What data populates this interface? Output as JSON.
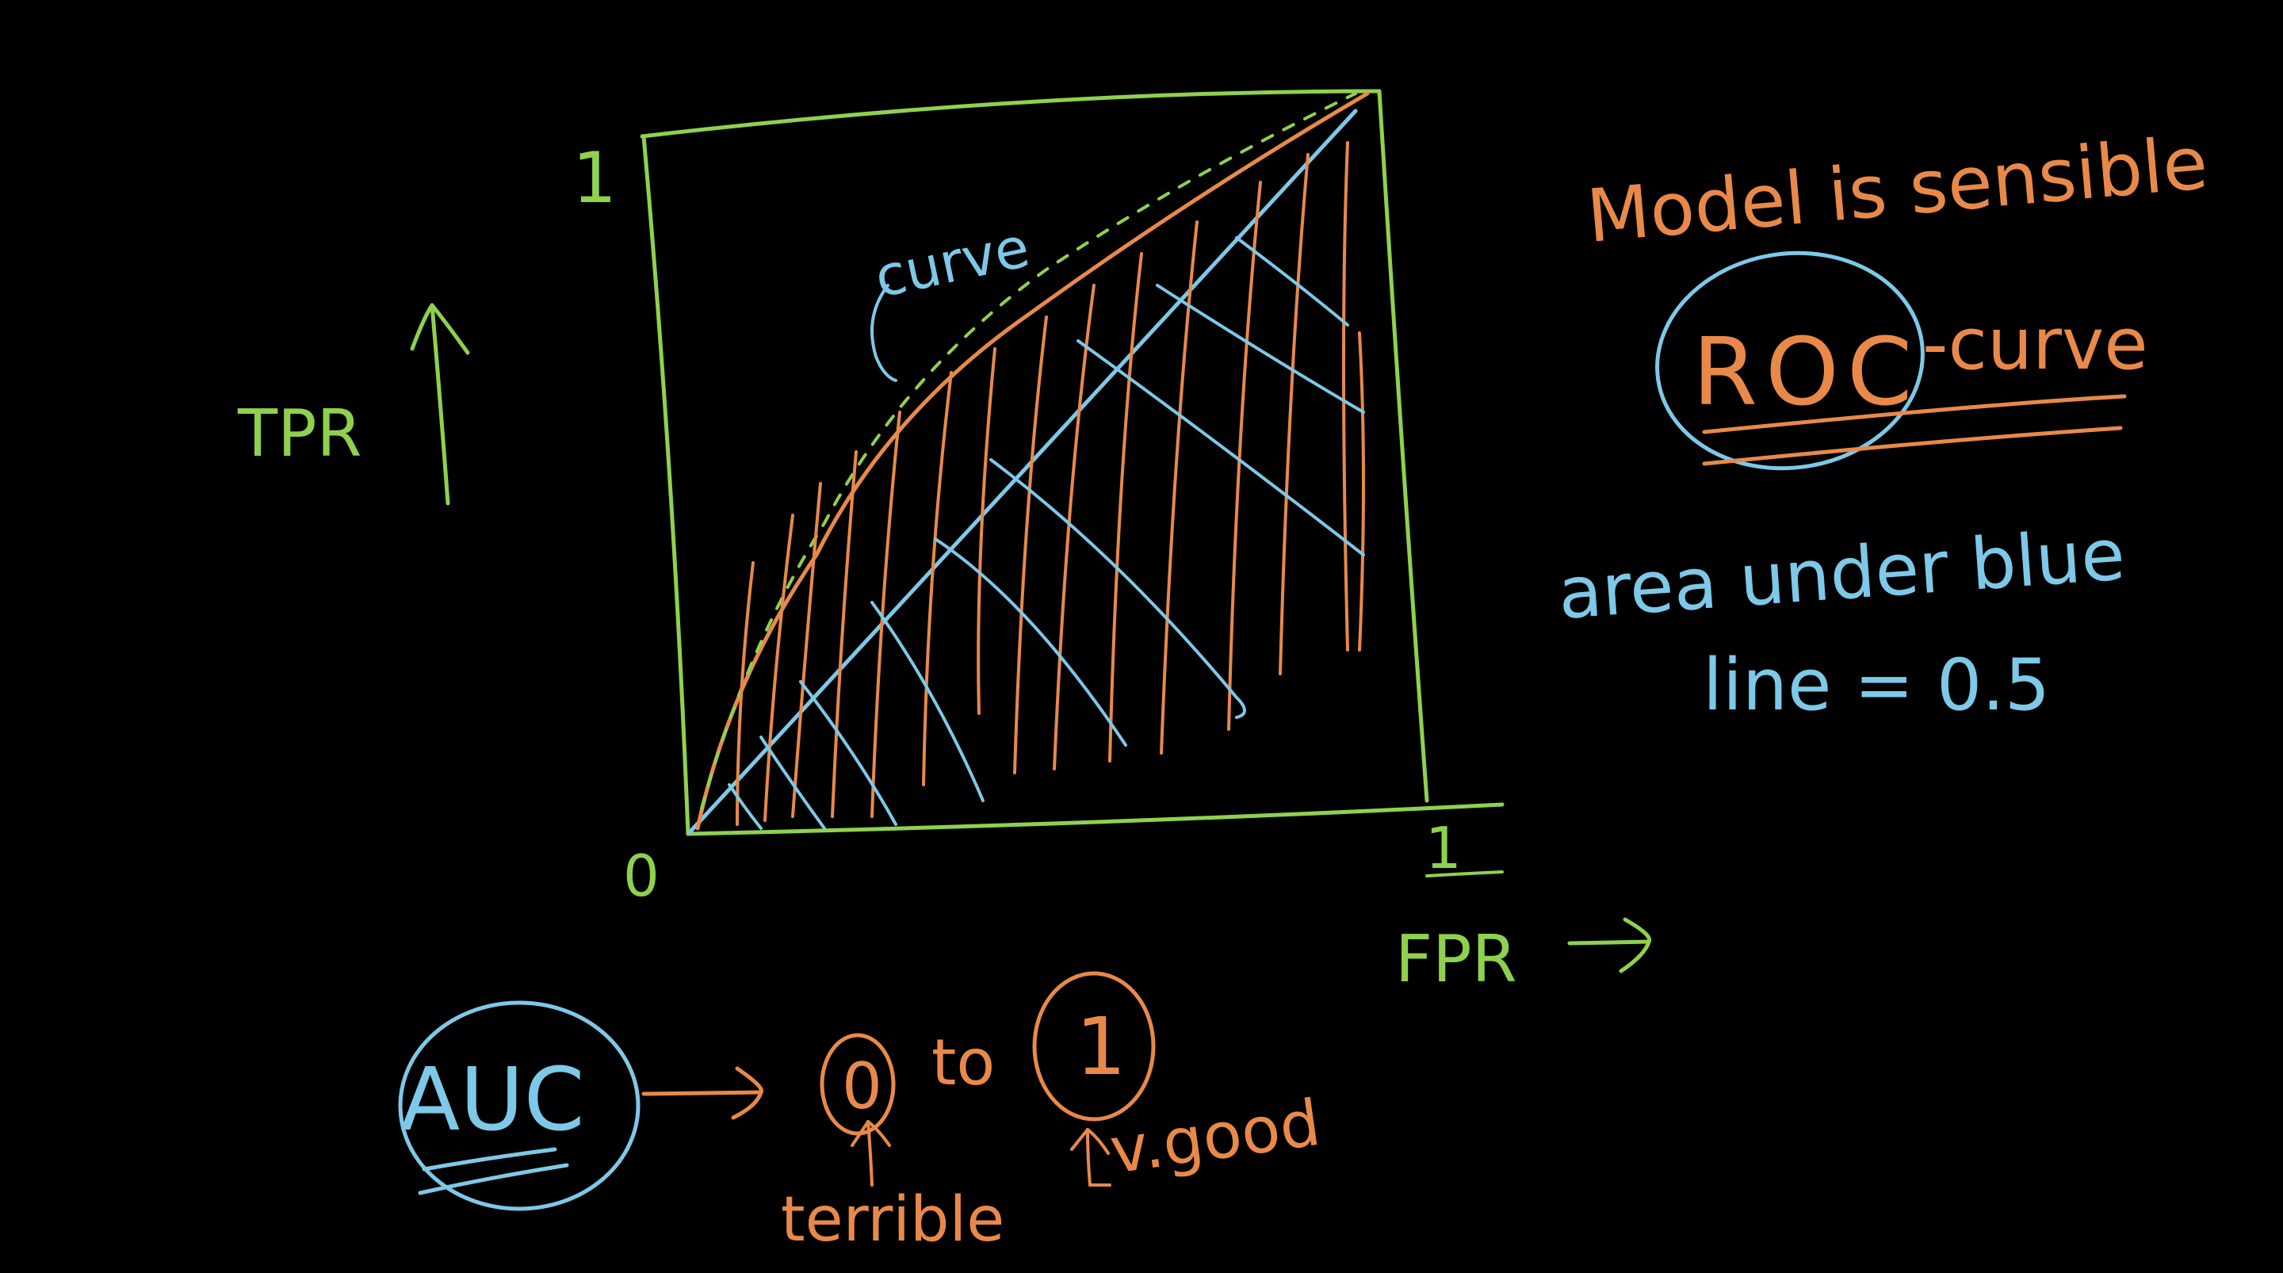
{
  "colors": {
    "background": "#000000",
    "green": "#8fd14f",
    "orange": "#e8894a",
    "blue": "#7ec8e8"
  },
  "axis": {
    "y_top_label": "1",
    "origin_label": "0",
    "x_end_label": "1",
    "y_axis_label": "TPR",
    "x_axis_label": "FPR"
  },
  "plot_labels": {
    "curve_label": "curve"
  },
  "notes": {
    "model_sensible": "Model is sensible",
    "roc": "ROC",
    "curve_suffix": "-curve",
    "area_line1": "area under blue",
    "area_line2": "line = 0.5"
  },
  "auc": {
    "label": "AUC",
    "low_value": "0",
    "to_word": "to",
    "high_value": "1",
    "low_desc": "terrible",
    "high_desc": "v.good"
  }
}
